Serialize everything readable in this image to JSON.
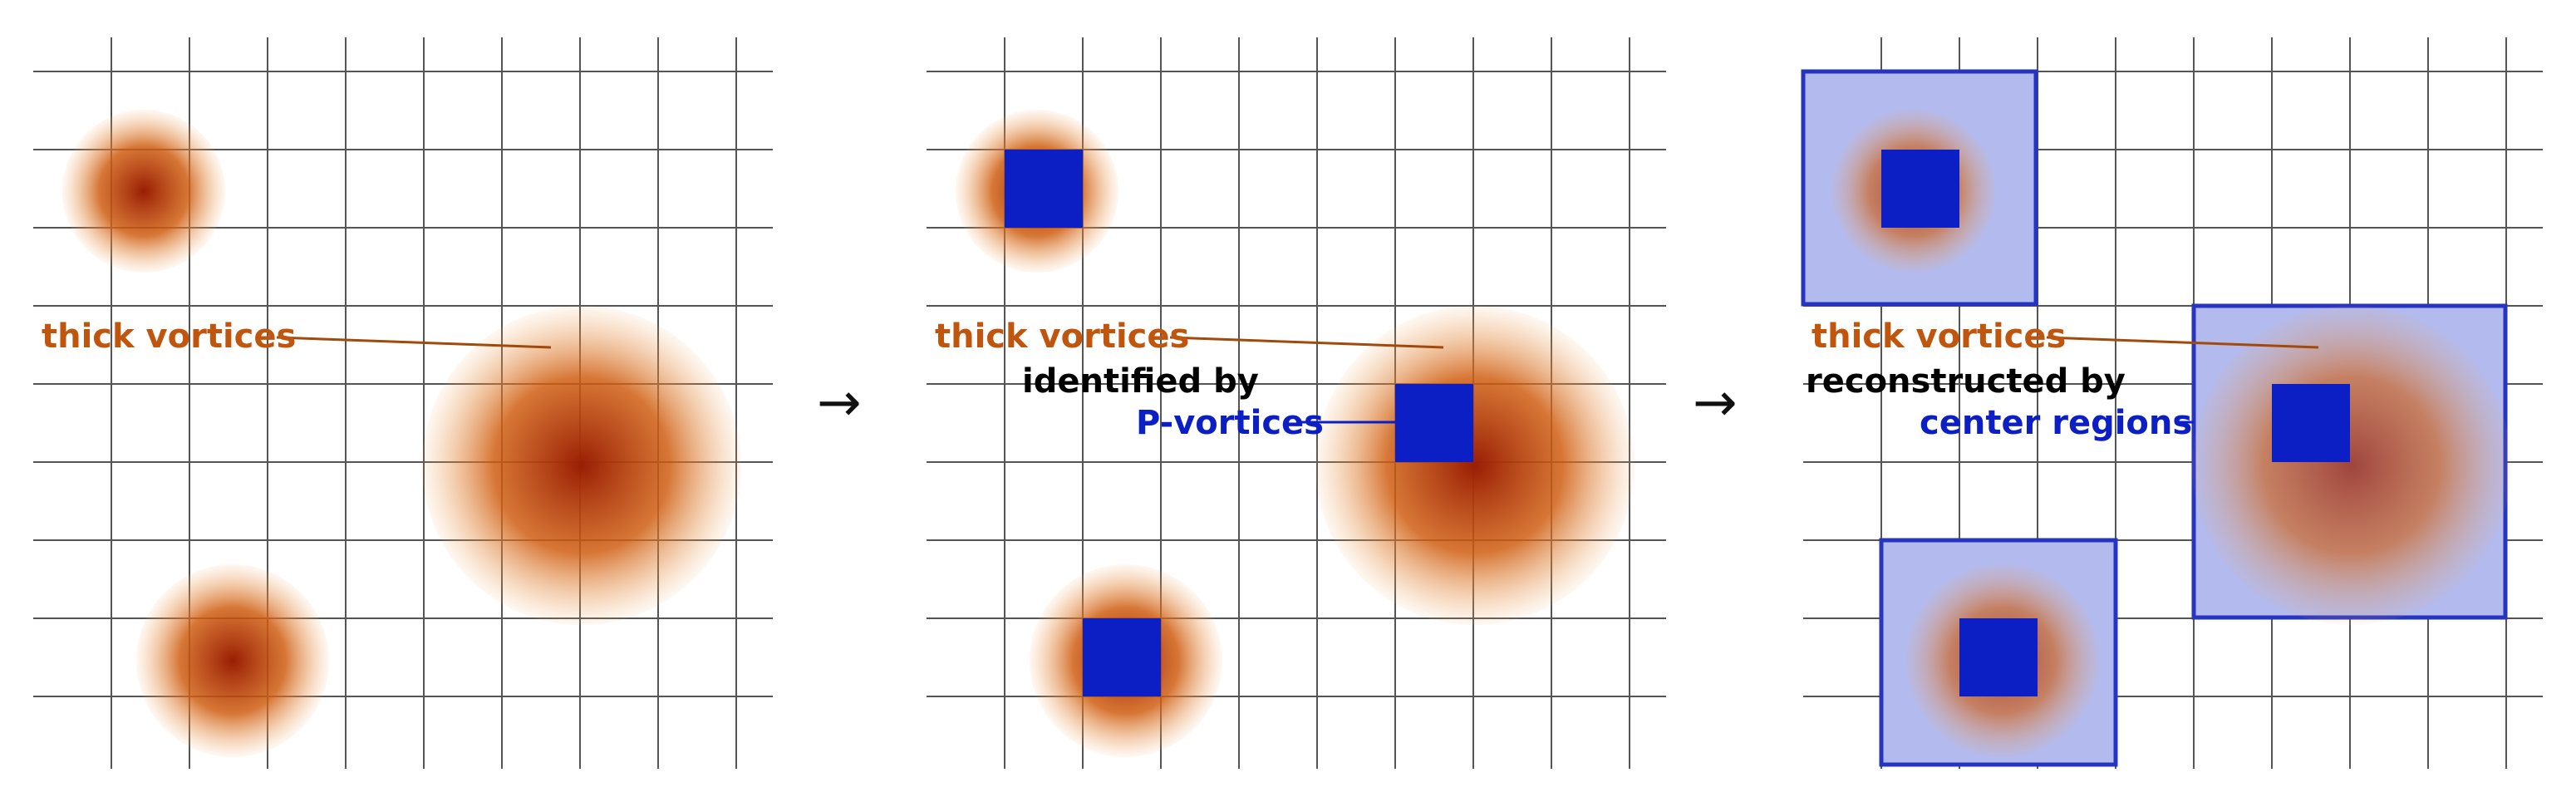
{
  "colors": {
    "vortex": "#c0560e",
    "vortex_dark": "#991e04",
    "blue": "#0c1fc4",
    "region_fill": "#b3baee",
    "region_edge": "#2634c2",
    "grid": "#555555",
    "arrow": "#111111"
  },
  "arrows": [
    "→",
    "→"
  ],
  "panels": [
    {
      "name": "panel-thick-vortices",
      "label_thick": "thick vortices"
    },
    {
      "name": "panel-identified-p-vortices",
      "label_thick": "thick vortices",
      "label_mid": "identified by",
      "label_blue": "P-vortices"
    },
    {
      "name": "panel-reconstructed-center-regions",
      "label_thick": "thick vortices",
      "label_mid": "reconstructed by",
      "label_blue": "center regions"
    }
  ]
}
